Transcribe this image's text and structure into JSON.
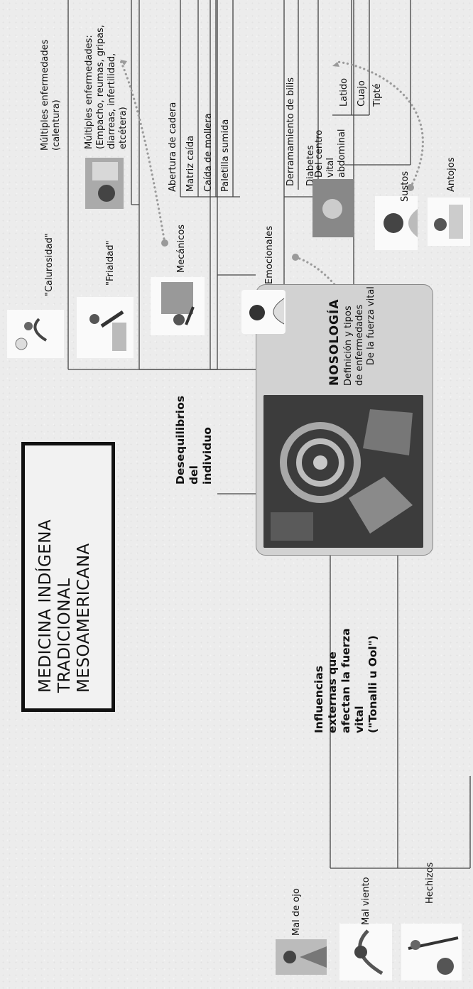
{
  "title": "MEDICINA INDÍGENA\nTRADICIONAL\nMESOAMERICANA",
  "center": {
    "title": "NOSOLOGÍA",
    "subtitle": "Definición y tipos\nde enfermedades"
  },
  "branches": {
    "desequilibrios": {
      "label": "Desequilibrios\ndel\nindividuo",
      "calurosidad": {
        "label": "\"Calurosidad\"",
        "detail": "Múltiples enfermedades\n(calentura)"
      },
      "frialdad": {
        "label": "\"Frialdad\"",
        "detail": "Múltiples enfermedades:\n(Empacho, reumas, gripas,\ndiarreas, infertilidad,\netcétera)"
      },
      "mecanicos": {
        "label": "Mecánicos",
        "items": [
          "Abertura de cadera",
          "Matriz caída",
          "Caída de mollera",
          "Paletilla sumida"
        ]
      },
      "emocionales": {
        "label": "Emocionales",
        "items": [
          "Derramamiento de bilis",
          "Diabetes"
        ]
      },
      "fuerza_vital": {
        "label": "De la fuerza vital",
        "centro": "Del centro\nvital\nabdominal",
        "centro_items": [
          "Latido",
          "Cuajo",
          "Tipté"
        ],
        "sustos": "Sustos",
        "antojos": "Antojos"
      }
    },
    "influencias": {
      "label": "Influencias\nexternas que\nafectan la fuerza\nvital\n(\"Tonalli u Ool\")",
      "items": [
        "Mal de ojo",
        "Mal viento",
        "Hechizos"
      ]
    }
  }
}
